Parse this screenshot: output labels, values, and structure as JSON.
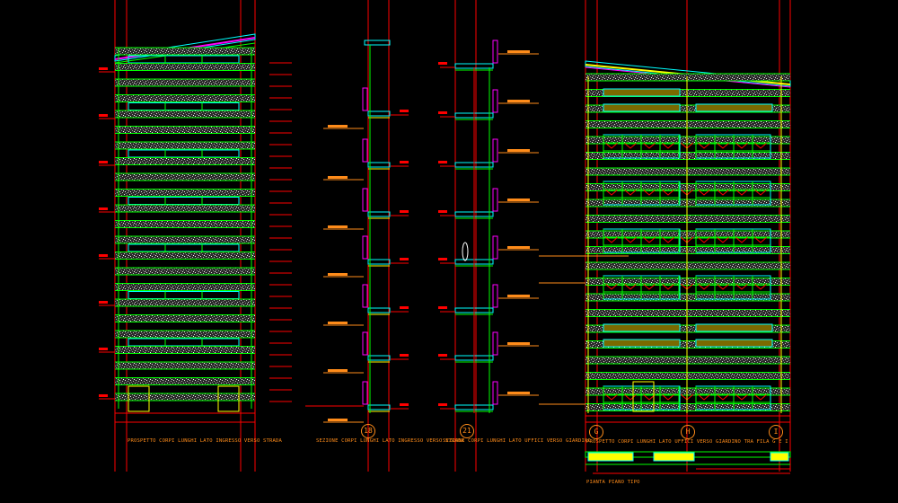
{
  "titles": {
    "street_elevation": "PROSPETTO CORPI LUNGHI LATO INGRESSO VERSO STRADA",
    "street_section": "SEZIONE CORPI LUNGHI LATO INGRESSO VERSO STRADA",
    "garden_section": "SEZIONE CORPI LUNGHI LATO UFFICI VERSO GIARDINO",
    "garden_elevation": "PROSPETTO CORPI LUNGHI LATO UFFICI VERSO GIARDINO TRA FILA G E I",
    "plan": "PIANTA PIANO TIPO"
  },
  "grid_axes": [
    "18",
    "21",
    "G",
    "H",
    "I"
  ],
  "colors": {
    "background": "#000000",
    "axis": "#ff0000",
    "annotation": "#ff8c1a",
    "frame": "#00ff00",
    "glass": "#00ffff",
    "cladding": "#b0b0b0",
    "roof_accent": "#ff00ff",
    "highlight": "#ffff00"
  }
}
